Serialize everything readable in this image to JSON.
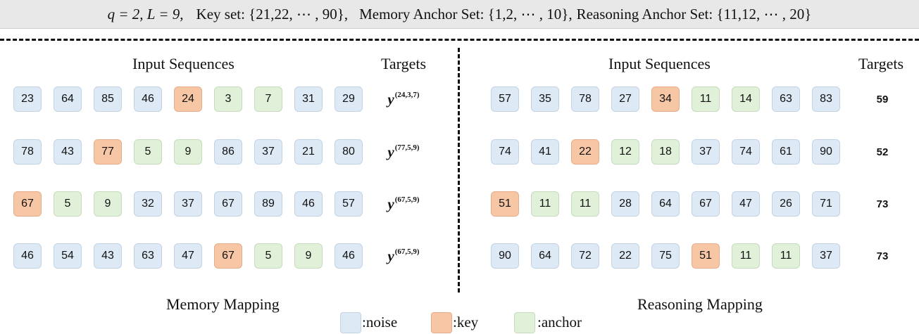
{
  "header": {
    "params": "q = 2, L = 9,",
    "key_set": "Key set: {21,22, ⋯ , 90},",
    "memory_anchor_set": "Memory Anchor Set: {1,2, ⋯ , 10},",
    "reasoning_anchor_set": "Reasoning Anchor Set: {11,12, ⋯ , 20}"
  },
  "left_panel": {
    "input_title": "Input Sequences",
    "targets_title": "Targets",
    "caption": "Memory Mapping",
    "rows": [
      {
        "cells": [
          {
            "v": "23",
            "t": "noise"
          },
          {
            "v": "64",
            "t": "noise"
          },
          {
            "v": "85",
            "t": "noise"
          },
          {
            "v": "46",
            "t": "noise"
          },
          {
            "v": "24",
            "t": "key"
          },
          {
            "v": "3",
            "t": "anchor"
          },
          {
            "v": "7",
            "t": "anchor"
          },
          {
            "v": "31",
            "t": "noise"
          },
          {
            "v": "29",
            "t": "noise"
          }
        ],
        "target_base": "y",
        "target_sup": "(24,3,7)"
      },
      {
        "cells": [
          {
            "v": "78",
            "t": "noise"
          },
          {
            "v": "43",
            "t": "noise"
          },
          {
            "v": "77",
            "t": "key"
          },
          {
            "v": "5",
            "t": "anchor"
          },
          {
            "v": "9",
            "t": "anchor"
          },
          {
            "v": "86",
            "t": "noise"
          },
          {
            "v": "37",
            "t": "noise"
          },
          {
            "v": "21",
            "t": "noise"
          },
          {
            "v": "80",
            "t": "noise"
          }
        ],
        "target_base": "y",
        "target_sup": "(77,5,9)"
      },
      {
        "cells": [
          {
            "v": "67",
            "t": "key"
          },
          {
            "v": "5",
            "t": "anchor"
          },
          {
            "v": "9",
            "t": "anchor"
          },
          {
            "v": "32",
            "t": "noise"
          },
          {
            "v": "37",
            "t": "noise"
          },
          {
            "v": "67",
            "t": "noise"
          },
          {
            "v": "89",
            "t": "noise"
          },
          {
            "v": "46",
            "t": "noise"
          },
          {
            "v": "57",
            "t": "noise"
          }
        ],
        "target_base": "y",
        "target_sup": "(67,5,9)"
      },
      {
        "cells": [
          {
            "v": "46",
            "t": "noise"
          },
          {
            "v": "54",
            "t": "noise"
          },
          {
            "v": "43",
            "t": "noise"
          },
          {
            "v": "63",
            "t": "noise"
          },
          {
            "v": "47",
            "t": "noise"
          },
          {
            "v": "67",
            "t": "key"
          },
          {
            "v": "5",
            "t": "anchor"
          },
          {
            "v": "9",
            "t": "anchor"
          },
          {
            "v": "46",
            "t": "noise"
          }
        ],
        "target_base": "y",
        "target_sup": "(67,5,9)"
      }
    ]
  },
  "right_panel": {
    "input_title": "Input Sequences",
    "targets_title": "Targets",
    "caption": "Reasoning Mapping",
    "rows": [
      {
        "cells": [
          {
            "v": "57",
            "t": "noise"
          },
          {
            "v": "35",
            "t": "noise"
          },
          {
            "v": "78",
            "t": "noise"
          },
          {
            "v": "27",
            "t": "noise"
          },
          {
            "v": "34",
            "t": "key"
          },
          {
            "v": "11",
            "t": "anchor"
          },
          {
            "v": "14",
            "t": "anchor"
          },
          {
            "v": "63",
            "t": "noise"
          },
          {
            "v": "83",
            "t": "noise"
          }
        ],
        "target": "59"
      },
      {
        "cells": [
          {
            "v": "74",
            "t": "noise"
          },
          {
            "v": "41",
            "t": "noise"
          },
          {
            "v": "22",
            "t": "key"
          },
          {
            "v": "12",
            "t": "anchor"
          },
          {
            "v": "18",
            "t": "anchor"
          },
          {
            "v": "37",
            "t": "noise"
          },
          {
            "v": "74",
            "t": "noise"
          },
          {
            "v": "61",
            "t": "noise"
          },
          {
            "v": "90",
            "t": "noise"
          }
        ],
        "target": "52"
      },
      {
        "cells": [
          {
            "v": "51",
            "t": "key"
          },
          {
            "v": "11",
            "t": "anchor"
          },
          {
            "v": "11",
            "t": "anchor"
          },
          {
            "v": "28",
            "t": "noise"
          },
          {
            "v": "64",
            "t": "noise"
          },
          {
            "v": "67",
            "t": "noise"
          },
          {
            "v": "47",
            "t": "noise"
          },
          {
            "v": "26",
            "t": "noise"
          },
          {
            "v": "71",
            "t": "noise"
          }
        ],
        "target": "73"
      },
      {
        "cells": [
          {
            "v": "90",
            "t": "noise"
          },
          {
            "v": "64",
            "t": "noise"
          },
          {
            "v": "72",
            "t": "noise"
          },
          {
            "v": "22",
            "t": "noise"
          },
          {
            "v": "75",
            "t": "noise"
          },
          {
            "v": "51",
            "t": "key"
          },
          {
            "v": "11",
            "t": "anchor"
          },
          {
            "v": "11",
            "t": "anchor"
          },
          {
            "v": "37",
            "t": "noise"
          }
        ],
        "target": "73"
      }
    ]
  },
  "legend": {
    "noise": ":noise",
    "key": ":key",
    "anchor": ":anchor"
  },
  "colors": {
    "noise": "#dde9f5",
    "key": "#f7c6a5",
    "anchor": "#e0f0d9"
  }
}
